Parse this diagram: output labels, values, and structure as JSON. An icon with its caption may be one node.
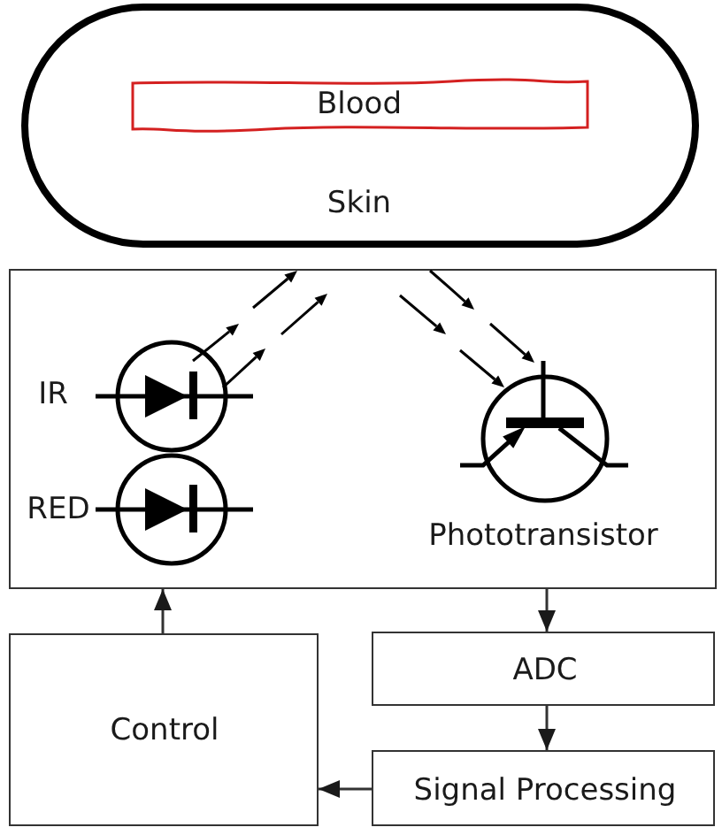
{
  "diagram": {
    "nodes": [
      {
        "text": [
          "Skin"
        ]
      },
      {
        "text": [
          "Blood"
        ],
        "in": 0
      },
      {
        "text": [],
        "shape": "box"
      },
      {
        "text": [
          "Control"
        ]
      },
      {
        "text": [
          "ADC"
        ]
      },
      {
        "text": [
          "Signal Processing"
        ]
      }
    ],
    "edges": [
      {
        "from": 3,
        "to": 2,
        "arrow": "to"
      },
      {
        "from": 2,
        "to": 4,
        "arrow": "to"
      },
      {
        "from": 4,
        "to": 5,
        "arrow": "to"
      },
      {
        "from": 5,
        "to": 3,
        "arrow": "to"
      }
    ],
    "labels": [
      "IR",
      "RED",
      "Phototransistor"
    ]
  }
}
